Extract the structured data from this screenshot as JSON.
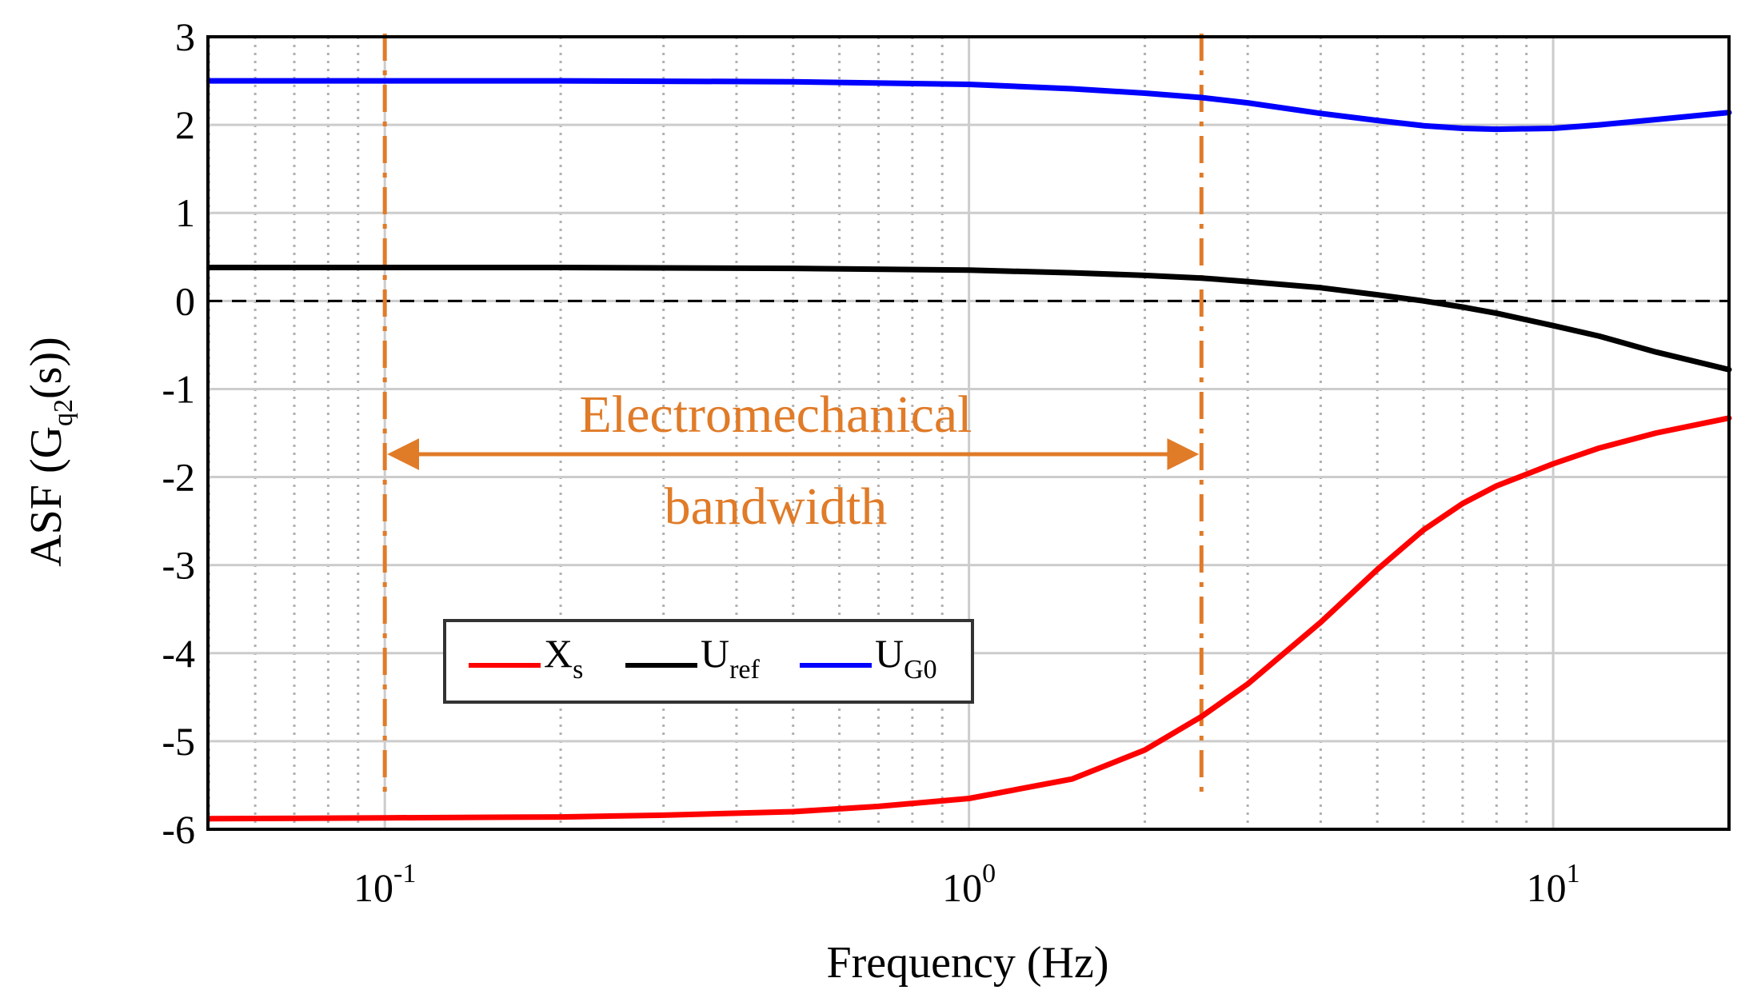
{
  "chart_data": {
    "type": "line",
    "xscale": "log",
    "xlabel": "Frequency (Hz)",
    "ylabel": {
      "main": "ASF (G",
      "sub": "q2",
      "tail": "(s))"
    },
    "xlim": [
      0.0498,
      20
    ],
    "ylim": [
      -6,
      3
    ],
    "yticks": [
      {
        "v": 3,
        "label": "3"
      },
      {
        "v": 2,
        "label": "2"
      },
      {
        "v": 1,
        "label": "1"
      },
      {
        "v": 0,
        "label": "0"
      },
      {
        "v": -1,
        "label": "-1"
      },
      {
        "v": -2,
        "label": "-2"
      },
      {
        "v": -3,
        "label": "-3"
      },
      {
        "v": -4,
        "label": "-4"
      },
      {
        "v": -5,
        "label": "-5"
      },
      {
        "v": -6,
        "label": "-6"
      }
    ],
    "xticks": [
      {
        "v": 0.1,
        "base": "10",
        "exp": "-1"
      },
      {
        "v": 1,
        "base": "10",
        "exp": "0"
      },
      {
        "v": 10,
        "base": "10",
        "exp": "1"
      }
    ],
    "grid": true,
    "zero_line": {
      "y": 0,
      "style": "dashed",
      "color": "#000000"
    },
    "bandwidth_lines": {
      "x": [
        0.1,
        2.5
      ],
      "color": "#e07b28",
      "style": "dash-dot"
    },
    "annotation": {
      "lines": [
        "Electromechanical",
        "bandwidth"
      ],
      "color": "#e07b28"
    },
    "series": [
      {
        "name": "X",
        "name_sub": "s",
        "color": "#ff0000",
        "x": [
          0.05,
          0.1,
          0.2,
          0.3,
          0.5,
          0.7,
          1.0,
          1.5,
          2.0,
          2.5,
          3.0,
          4.0,
          5.0,
          6.0,
          7.0,
          8.0,
          10.0,
          12.0,
          15.0,
          20.0
        ],
        "y": [
          -5.88,
          -5.87,
          -5.86,
          -5.84,
          -5.8,
          -5.74,
          -5.65,
          -5.43,
          -5.1,
          -4.72,
          -4.35,
          -3.65,
          -3.05,
          -2.6,
          -2.3,
          -2.1,
          -1.85,
          -1.67,
          -1.5,
          -1.33
        ]
      },
      {
        "name": "U",
        "name_sub": "ref",
        "color": "#000000",
        "x": [
          0.05,
          0.1,
          0.2,
          0.5,
          1.0,
          1.5,
          2.0,
          2.5,
          3.0,
          4.0,
          5.0,
          6.0,
          7.0,
          8.0,
          10.0,
          12.0,
          15.0,
          20.0
        ],
        "y": [
          0.38,
          0.38,
          0.38,
          0.37,
          0.35,
          0.32,
          0.29,
          0.26,
          0.22,
          0.15,
          0.07,
          0.0,
          -0.07,
          -0.14,
          -0.28,
          -0.4,
          -0.58,
          -0.78
        ]
      },
      {
        "name": "U",
        "name_sub": "G0",
        "color": "#0000ff",
        "x": [
          0.05,
          0.1,
          0.2,
          0.5,
          1.0,
          1.5,
          2.0,
          2.5,
          3.0,
          4.0,
          5.0,
          6.0,
          7.0,
          8.0,
          10.0,
          12.0,
          15.0,
          20.0
        ],
        "y": [
          2.5,
          2.5,
          2.5,
          2.49,
          2.46,
          2.41,
          2.36,
          2.31,
          2.25,
          2.13,
          2.05,
          1.99,
          1.96,
          1.95,
          1.96,
          2.0,
          2.06,
          2.14
        ]
      }
    ],
    "legend": {
      "placement": "lower-center",
      "orientation": "horizontal"
    }
  }
}
